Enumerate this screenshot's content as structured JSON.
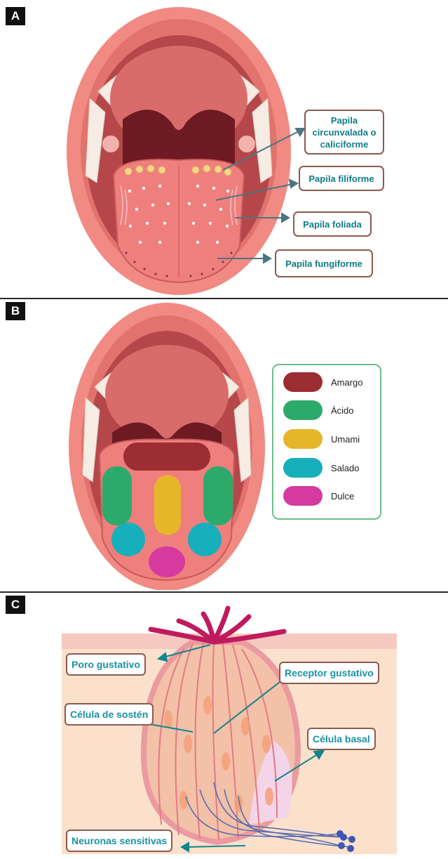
{
  "panels": {
    "a": {
      "letter": "A",
      "callouts": {
        "circunvalada": "Papila circunvalada o caliciforme",
        "filiforme": "Papila filiforme",
        "foliada": "Papila foliada",
        "fungiforme": "Papila fungiforme"
      }
    },
    "b": {
      "letter": "B",
      "legend": [
        {
          "label": "Amargo",
          "color": "#9b2d33"
        },
        {
          "label": "Ácido",
          "color": "#2daa6a"
        },
        {
          "label": "Umami",
          "color": "#e6b62a"
        },
        {
          "label": "Salado",
          "color": "#17afbb"
        },
        {
          "label": "Dulce",
          "color": "#d63a9f"
        }
      ]
    },
    "c": {
      "letter": "C",
      "callouts": {
        "poro": "Poro gustativo",
        "receptor": "Receptor gustativo",
        "sosten": "Célula de sostén",
        "basal": "Célula basal",
        "neuronas": "Neuronas sensitivas"
      }
    }
  },
  "colors": {
    "lip": "#f08a83",
    "lip_dark": "#e2726d",
    "mouth_inner": "#b5474a",
    "palate": "#d96b6b",
    "throat": "#6e1a22",
    "teeth": "#f6ece4",
    "tongue": "#ee7f7d",
    "papilla": "#f6d48a",
    "arrow": "#4d7580",
    "arrow_c": "#13858c"
  }
}
